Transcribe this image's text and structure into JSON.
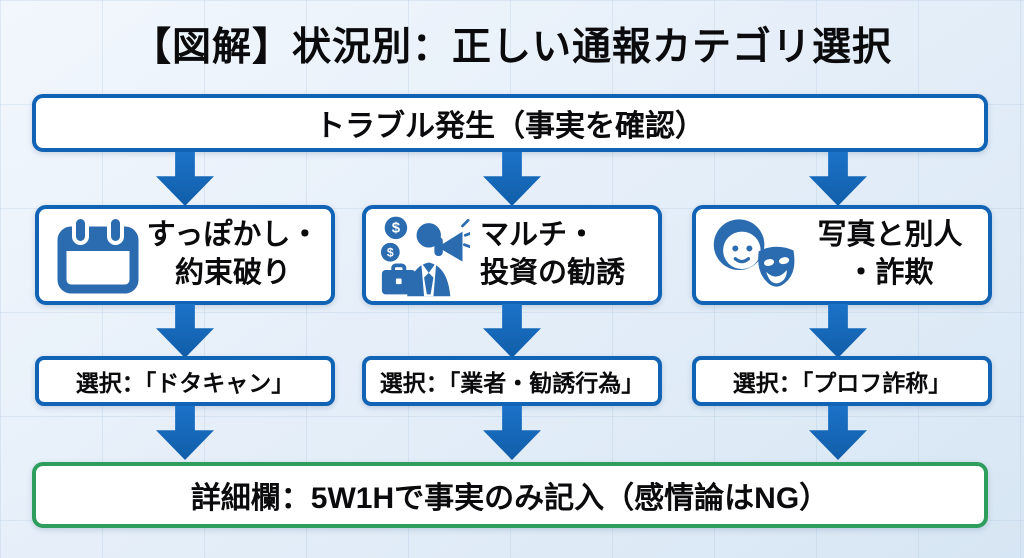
{
  "title": "【図解】状況別：正しい通報カテゴリ選択",
  "colors": {
    "box_border_blue": "#1163b5",
    "arrow_blue": "#1668c1",
    "icon_blue": "#2b6cb0",
    "end_border_green": "#2e9e5e",
    "text": "#0b0b0d",
    "background": "#e6eff9"
  },
  "flow": {
    "start": {
      "label": "トラブル発生（事実を確認）"
    },
    "branches": [
      {
        "icon": "calendar-icon",
        "category_line1": "すっぽかし・",
        "category_line2": "約束破り",
        "selection": "選択：「ドタキャン」"
      },
      {
        "icon": "recruiter-megaphone-icon",
        "category_line1": "マルチ・",
        "category_line2": "投資の勧誘",
        "selection": "選択：「業者・勧誘行為」"
      },
      {
        "icon": "face-and-mask-icon",
        "category_line1": "写真と別人",
        "category_line2": "・詐欺",
        "selection": "選択：「プロフ詐称」"
      }
    ],
    "end": {
      "label": "詳細欄：5W1Hで事実のみ記入（感情論はNG）"
    }
  }
}
